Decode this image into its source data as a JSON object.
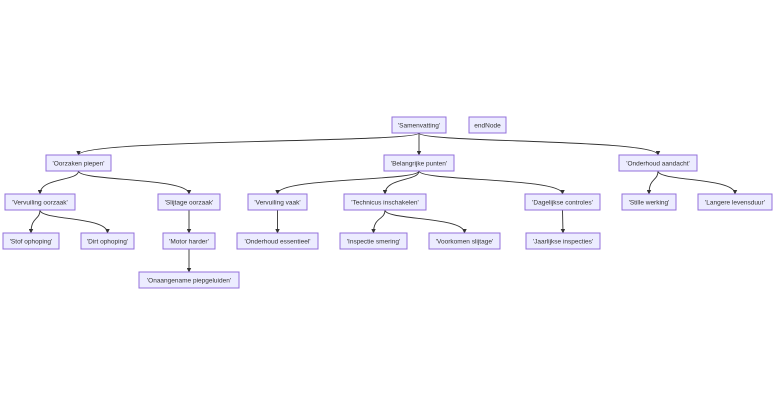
{
  "nodes": [
    {
      "id": "samenvatting",
      "label": "'Samenvatting'"
    },
    {
      "id": "endnode",
      "label": "endNode"
    },
    {
      "id": "oorzaken",
      "label": "'Oorzaken piepen'"
    },
    {
      "id": "belangrijke",
      "label": "'Belangrijke punten'"
    },
    {
      "id": "onderhoud_aandacht",
      "label": "'Onderhoud aandacht'"
    },
    {
      "id": "vervuiling_oorzaak",
      "label": "'Vervuiling oorzaak'"
    },
    {
      "id": "slijtage_oorzaak",
      "label": "'Slijtage oorzaak'"
    },
    {
      "id": "vervuiling_vaak",
      "label": "'Vervuiling vaak'"
    },
    {
      "id": "technicus",
      "label": "'Technicus inschakelen'"
    },
    {
      "id": "dagelijkse",
      "label": "'Dagelijkse controles'"
    },
    {
      "id": "stille",
      "label": "'Stille werking'"
    },
    {
      "id": "langere",
      "label": "'Langere levensduur'"
    },
    {
      "id": "stof",
      "label": "'Stof ophoping'"
    },
    {
      "id": "dirt",
      "label": "'Dirt ophoping'"
    },
    {
      "id": "motor",
      "label": "'Motor harder'"
    },
    {
      "id": "onderhoud_essentieel",
      "label": "'Onderhoud essentieel'"
    },
    {
      "id": "inspectie_smering",
      "label": "'Inspectie smering'"
    },
    {
      "id": "voorkomen",
      "label": "'Voorkomen slijtage'"
    },
    {
      "id": "jaarlijkse",
      "label": "'Jaarlijkse inspecties'"
    },
    {
      "id": "onaangename",
      "label": "'Onaangename piepgeluiden'"
    }
  ],
  "edges": [
    {
      "from": "samenvatting",
      "to": "oorzaken"
    },
    {
      "from": "samenvatting",
      "to": "belangrijke"
    },
    {
      "from": "samenvatting",
      "to": "onderhoud_aandacht"
    },
    {
      "from": "oorzaken",
      "to": "vervuiling_oorzaak"
    },
    {
      "from": "oorzaken",
      "to": "slijtage_oorzaak"
    },
    {
      "from": "belangrijke",
      "to": "vervuiling_vaak"
    },
    {
      "from": "belangrijke",
      "to": "technicus"
    },
    {
      "from": "belangrijke",
      "to": "dagelijkse"
    },
    {
      "from": "onderhoud_aandacht",
      "to": "stille"
    },
    {
      "from": "onderhoud_aandacht",
      "to": "langere"
    },
    {
      "from": "vervuiling_oorzaak",
      "to": "stof"
    },
    {
      "from": "vervuiling_oorzaak",
      "to": "dirt"
    },
    {
      "from": "slijtage_oorzaak",
      "to": "motor"
    },
    {
      "from": "vervuiling_vaak",
      "to": "onderhoud_essentieel"
    },
    {
      "from": "technicus",
      "to": "inspectie_smering"
    },
    {
      "from": "technicus",
      "to": "voorkomen"
    },
    {
      "from": "dagelijkse",
      "to": "jaarlijkse"
    },
    {
      "from": "motor",
      "to": "onaangename"
    }
  ],
  "colors": {
    "node_fill": "#ececff",
    "node_border": "#9370db",
    "edge": "#333333",
    "text": "#333333"
  }
}
